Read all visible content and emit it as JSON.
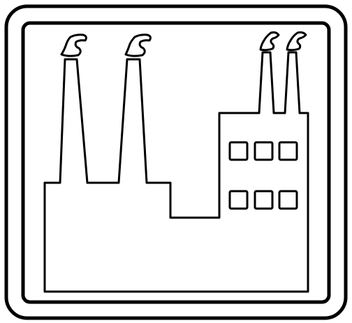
{
  "pictogram": {
    "subject": "factory",
    "icon": "factory-icon",
    "stroke_color": "#000000",
    "background_color": "#ffffff",
    "smokestack_count": 4,
    "window_count": 6
  }
}
